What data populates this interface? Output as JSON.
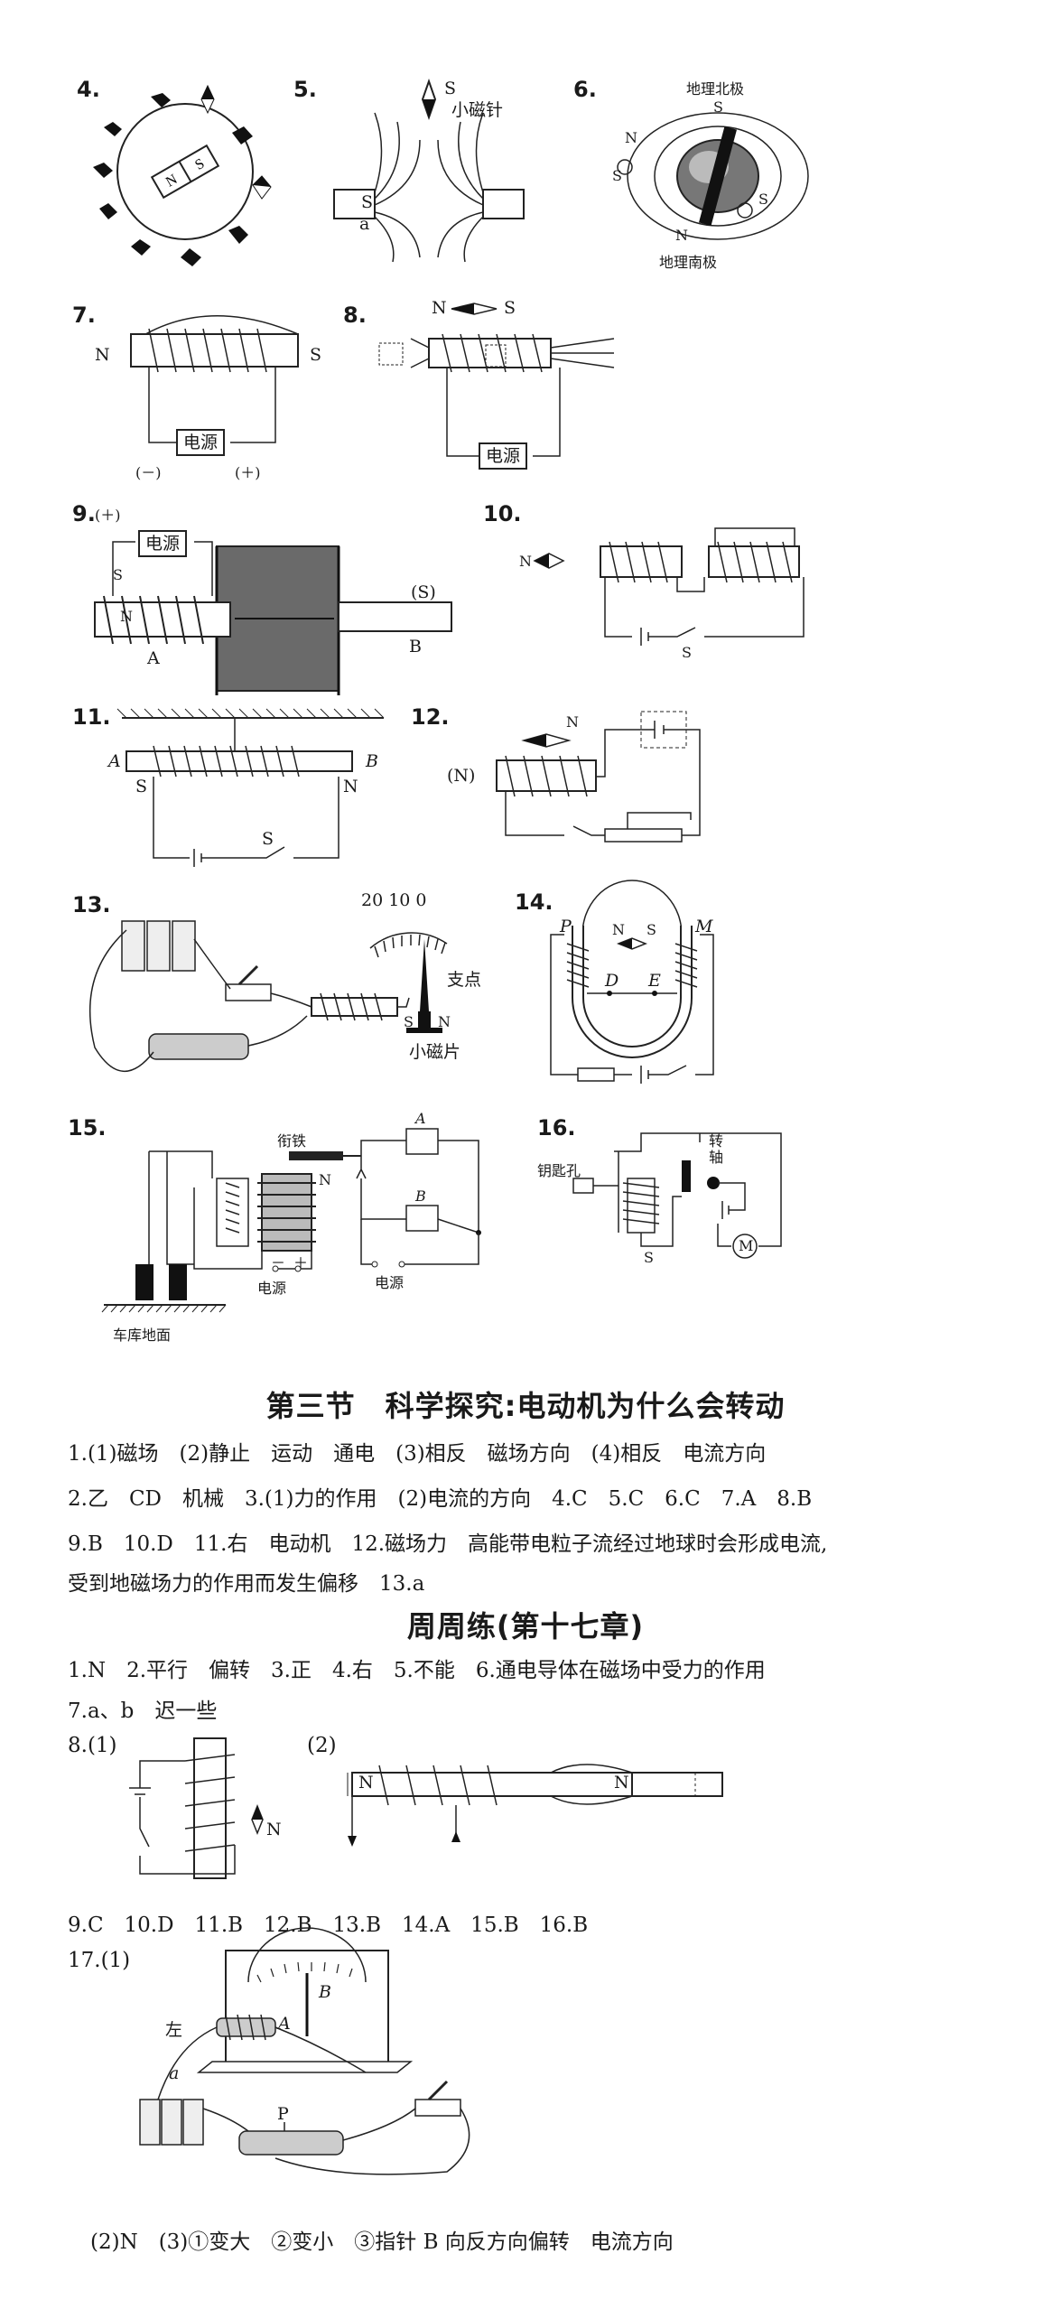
{
  "figures": {
    "f4": {
      "num": "4."
    },
    "f5": {
      "num": "5.",
      "needle_s": "S",
      "needle_label": "小磁针",
      "pole_s": "S",
      "pole_a": "a"
    },
    "f6": {
      "num": "6.",
      "north": "地理北极",
      "south": "地理南极",
      "s1": "S",
      "n1": "N",
      "s2": "S",
      "n2": "N",
      "s3": "S"
    },
    "f7": {
      "num": "7.",
      "n": "N",
      "s": "S",
      "source": "电源",
      "minus": "(－)",
      "plus": "(＋)"
    },
    "f8": {
      "num": "8.",
      "n": "N",
      "s": "S",
      "source": "电源"
    },
    "f9": {
      "num": "9.",
      "plus": "(＋)",
      "source": "电源",
      "s_top": "S",
      "n": "N",
      "a": "A",
      "s_paren": "(S)",
      "b": "B"
    },
    "f10": {
      "num": "10.",
      "n": "N",
      "s": "S"
    },
    "f11": {
      "num": "11.",
      "a": "A",
      "b": "B",
      "s": "S",
      "n": "N",
      "switch": "S"
    },
    "f12": {
      "num": "12.",
      "n": "N",
      "n_paren": "(N)"
    },
    "f13": {
      "num": "13.",
      "scale": "20 10  0",
      "pivot": "支点",
      "s": "S",
      "n": "N",
      "plate": "小磁片"
    },
    "f14": {
      "num": "14.",
      "p": "P",
      "m": "M",
      "n": "N",
      "s": "S",
      "d": "D",
      "e": "E"
    },
    "f15": {
      "num": "15.",
      "armature": "衔铁",
      "n": "N",
      "a": "A",
      "b": "B",
      "source_right": "电源",
      "minus": "－",
      "plus": "＋",
      "source_left": "电源",
      "ground": "车库地面"
    },
    "f16": {
      "num": "16.",
      "keyhole": "钥匙孔",
      "axis": "转轴",
      "s": "S",
      "motor": "M"
    }
  },
  "section3": {
    "title": "第三节　科学探究:电动机为什么会转动",
    "lines": [
      "1.(1)磁场　(2)静止　运动　通电　(3)相反　磁场方向　(4)相反　电流方向",
      "2.乙　CD　机械　3.(1)力的作用　(2)电流的方向　4.C　5.C　6.C　7.A　8.B",
      "9.B　10.D　11.右　电动机　12.磁场力　高能带电粒子流经过地球时会形成电流,",
      "受到地磁场力的作用而发生偏移　13.a"
    ]
  },
  "weekly": {
    "title": "周周练(第十七章)",
    "lines": [
      "1.N　2.平行　偏转　3.正　4.右　5.不能　6.通电导体在磁场中受力的作用",
      "7.a、b　迟一些"
    ],
    "q8": {
      "label1": "8.(1)",
      "label2": "(2)",
      "n1": "N",
      "n2": "N",
      "n3": "N"
    },
    "line9": "9.C　10.D　11.B　12.B　13.B　14.A　15.B　16.B",
    "q17": {
      "label": "17.(1)",
      "left": "左",
      "b": "B",
      "a_upper": "A",
      "a_lower": "a",
      "p": "P"
    },
    "last_line": "(2)N　(3)①变大　②变小　③指针 B 向反方向偏转　电流方向"
  }
}
